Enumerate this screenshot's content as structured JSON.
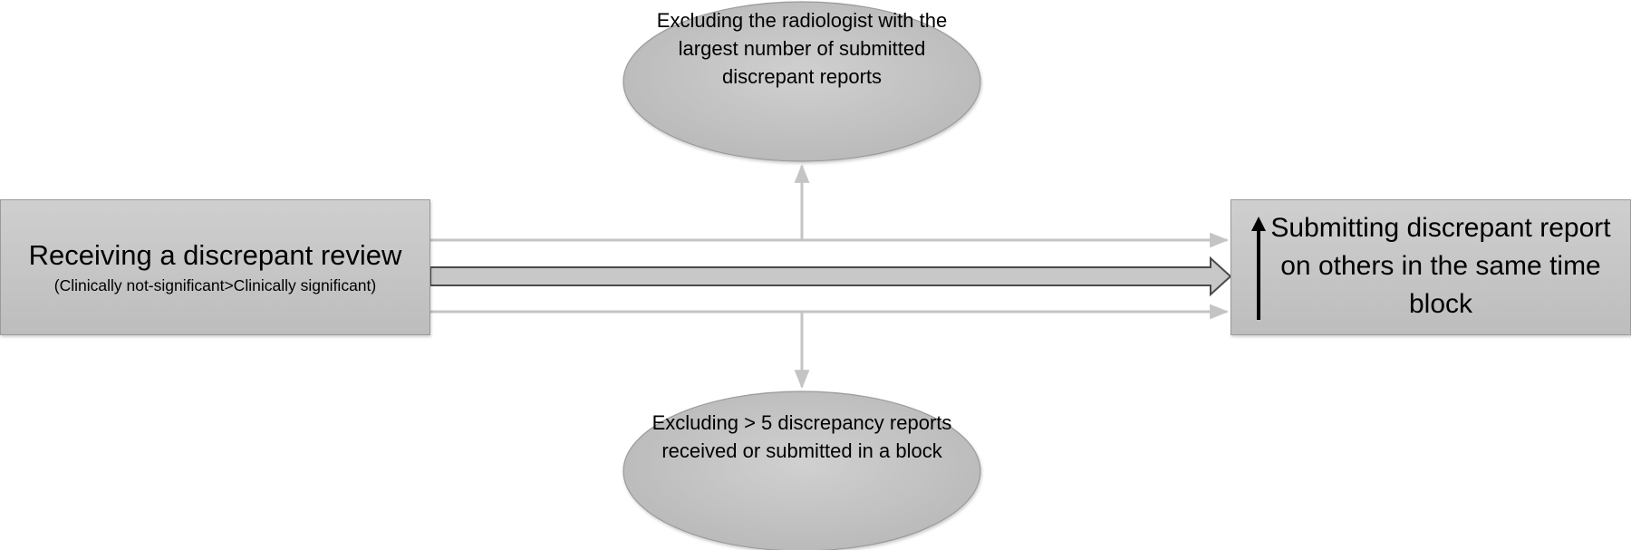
{
  "source_node": {
    "title": "Receiving a discrepant review",
    "subtitle": "(Clinically not-significant>Clinically significant)"
  },
  "outcome_node": {
    "direction_icon": "up-arrow-icon",
    "text": "Submitting discrepant report on others in the same time block"
  },
  "sensitivity_top": {
    "text": "Excluding the radiologist with the largest number of submitted discrepant reports"
  },
  "sensitivity_bottom": {
    "text": "Excluding > 5 discrepancy reports received or submitted in a block"
  },
  "colors": {
    "box_fill": "#c4c4c4",
    "thin_arrow": "#c8c8c8",
    "main_arrow_fill": "#c8c8c8",
    "main_arrow_stroke": "#4a4a4a"
  }
}
